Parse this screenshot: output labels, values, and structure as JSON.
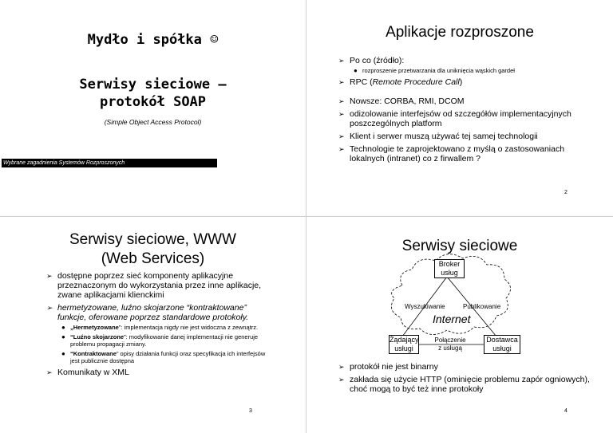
{
  "slide1": {
    "title": "Mydło i spółka ☺",
    "subtitle_line1": "Serwisy sieciowe –",
    "subtitle_line2": "protokół SOAP",
    "small": "(Simple Object Access Protocol)",
    "footer": "Wybrane zagadnienia Systemów Rozproszonych"
  },
  "slide2": {
    "title": "Aplikacje rozproszone",
    "b1": "Po co (źródło):",
    "b1_sub": "rozproszenie przetwarzania dla uniknięcia wąskich gardeł",
    "b2_pre": "RPC (",
    "b2_it": "Remote Procedure Call",
    "b2_post": ")",
    "b3": "Nowsze: CORBA, RMI, DCOM",
    "b4": "odizolowanie interfejsów od szczegółów implementacyjnych poszczególnych platform",
    "b5": "Klient i serwer muszą używać tej samej technologii",
    "b6": "Technologie te zaprojektowano z myślą o zastosowaniach lokalnych (intranet) co z firwallem ?",
    "page": "2"
  },
  "slide3": {
    "title_line1": "Serwisy sieciowe, WWW",
    "title_line2": "(Web Services)",
    "b1": "dostępne poprzez sieć komponenty aplikacyjne przeznaczonym do wykorzystania przez inne aplikacje, zwane aplikacjami klienckimi",
    "b2": "hermetyzowane, luźno skojarzone “kontraktowane” funkcje, oferowane poprzez standardowe protokoły.",
    "s1_bold": "„Hermetyzowane",
    "s1_rest": "”: implementacja nigdy nie jest widoczna z zewnątrz.",
    "s2_bold": "“Luźno skojarzone",
    "s2_rest": "”: modyfikowanie danej implementacji nie generuje problemu propagacji zmiany.",
    "s3_bold": "“Kontraktowane",
    "s3_rest": "” opisy działania funkcji oraz specyfikacja ich interfejsów jest publicznie dostępna",
    "b3": "Komunikaty w XML",
    "page": "3"
  },
  "slide4": {
    "title": "Serwisy sieciowe",
    "broker": "Broker usług",
    "searching": "Wyszukiwanie",
    "publishing": "Publikowanie",
    "internet": "Internet",
    "requester": "Żądający usługi",
    "connection": "Połączenie z usługą",
    "provider": "Dostawca usługi",
    "b1": "protokół nie jest binarny",
    "b2": "zakłada się użycie HTTP (ominięcie problemu zapór ogniowych), choć mogą to być też inne protokoły",
    "page": "4"
  },
  "icons": {
    "bullet": "arrowhead-bullet-icon",
    "sub_bullet": "dot-bullet-icon"
  }
}
